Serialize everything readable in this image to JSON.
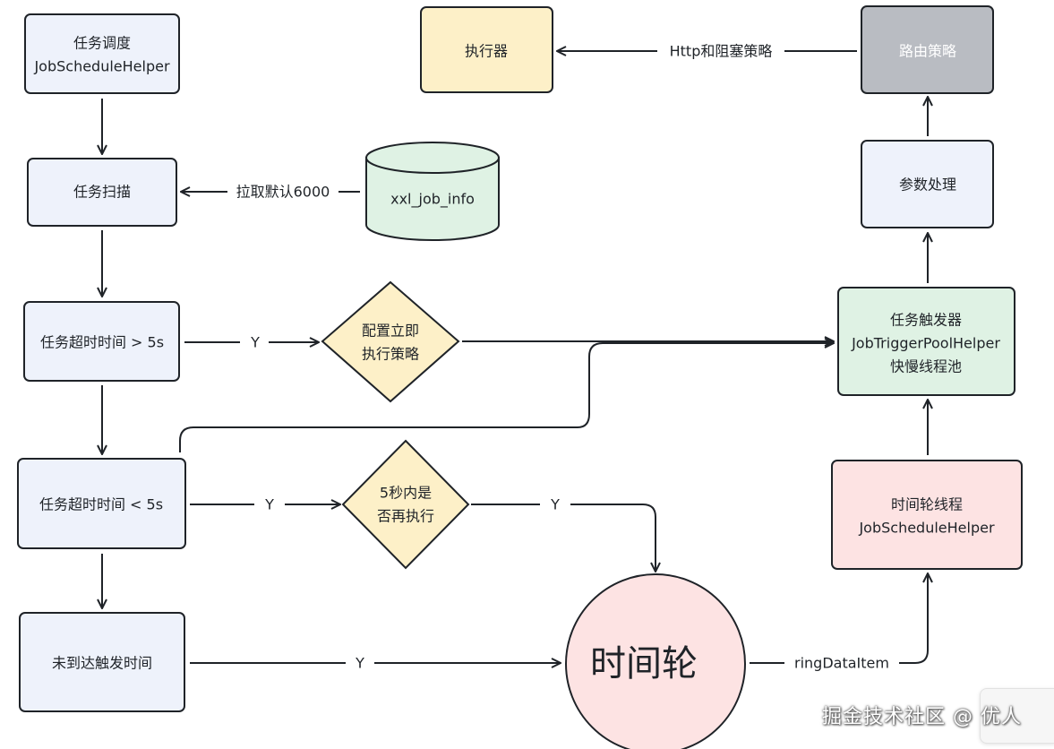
{
  "colors": {
    "stroke": "#1f2328",
    "blue_fill": "#eef2fb",
    "yellow_fill": "#fdf0c8",
    "gray_fill": "#b9bcc2",
    "green_fill": "#dff2e4",
    "pink_fill": "#fde3e3"
  },
  "nodes": {
    "schedule": {
      "lines": [
        "任务调度",
        "JobScheduleHelper"
      ]
    },
    "scan": {
      "lines": [
        "任务扫描"
      ]
    },
    "db": {
      "lines": [
        "xxl_job_info"
      ]
    },
    "timeout_gt": {
      "lines": [
        "任务超时时间 > 5s"
      ]
    },
    "immediate": {
      "lines": [
        "配置立即",
        "执行策略"
      ]
    },
    "timeout_lt": {
      "lines": [
        "任务超时时间 < 5s"
      ]
    },
    "within5": {
      "lines": [
        "5秒内是",
        "否再执行"
      ]
    },
    "not_reached": {
      "lines": [
        "未到达触发时间"
      ]
    },
    "ring": {
      "lines": [
        "时间轮"
      ]
    },
    "ring_thread": {
      "lines": [
        "时间轮线程",
        "JobScheduleHelper"
      ]
    },
    "trigger": {
      "lines": [
        "任务触发器",
        "JobTriggerPoolHelper",
        "快慢线程池"
      ]
    },
    "params": {
      "lines": [
        "参数处理"
      ]
    },
    "route": {
      "lines": [
        "路由策略"
      ]
    },
    "executor": {
      "lines": [
        "执行器"
      ]
    }
  },
  "edges": {
    "pull_label": "拉取默认6000",
    "y_gt": "Y",
    "y_lt": "Y",
    "y_within": "Y",
    "y_not_reached": "Y",
    "ring_data": "ringDataItem",
    "http_label": "Http和阻塞策略"
  },
  "watermark": "掘金技术社区 @ 优人"
}
